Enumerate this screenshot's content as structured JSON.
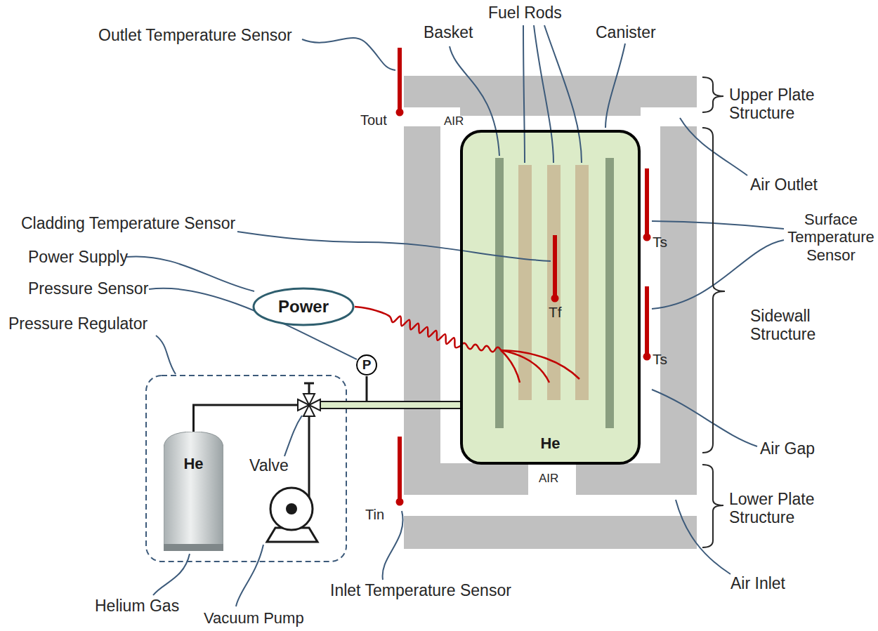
{
  "diagram": {
    "nodes": [
      {
        "text": [
          "He"
        ]
      },
      {
        "text": [
          "Power"
        ]
      },
      {
        "text": [
          "P"
        ]
      },
      {
        "text": [
          "He"
        ]
      }
    ],
    "edges": [
      {
        "from": 1,
        "to": 0,
        "arrow": "none"
      },
      {
        "from": 3,
        "to": 0,
        "arrow": "none"
      }
    ],
    "labels": [
      "Outlet Temperature Sensor",
      "Basket",
      "Fuel Rods",
      "Canister",
      "Upper Plate Structure",
      "Tout",
      "AIR",
      "Air Outlet",
      "Cladding Temperature Sensor",
      "Surface Temperature Sensor",
      "Power Supply",
      "Ts",
      "Pressure Sensor",
      "Sidewall Structure",
      "Pressure Regulator",
      "Tf",
      "Ts",
      "Valve",
      "Air Gap",
      "Tin",
      "AIR",
      "Lower Plate Structure",
      "Helium Gas",
      "Inlet Temperature Sensor",
      "Air Inlet",
      "Vacuum Pump"
    ]
  }
}
